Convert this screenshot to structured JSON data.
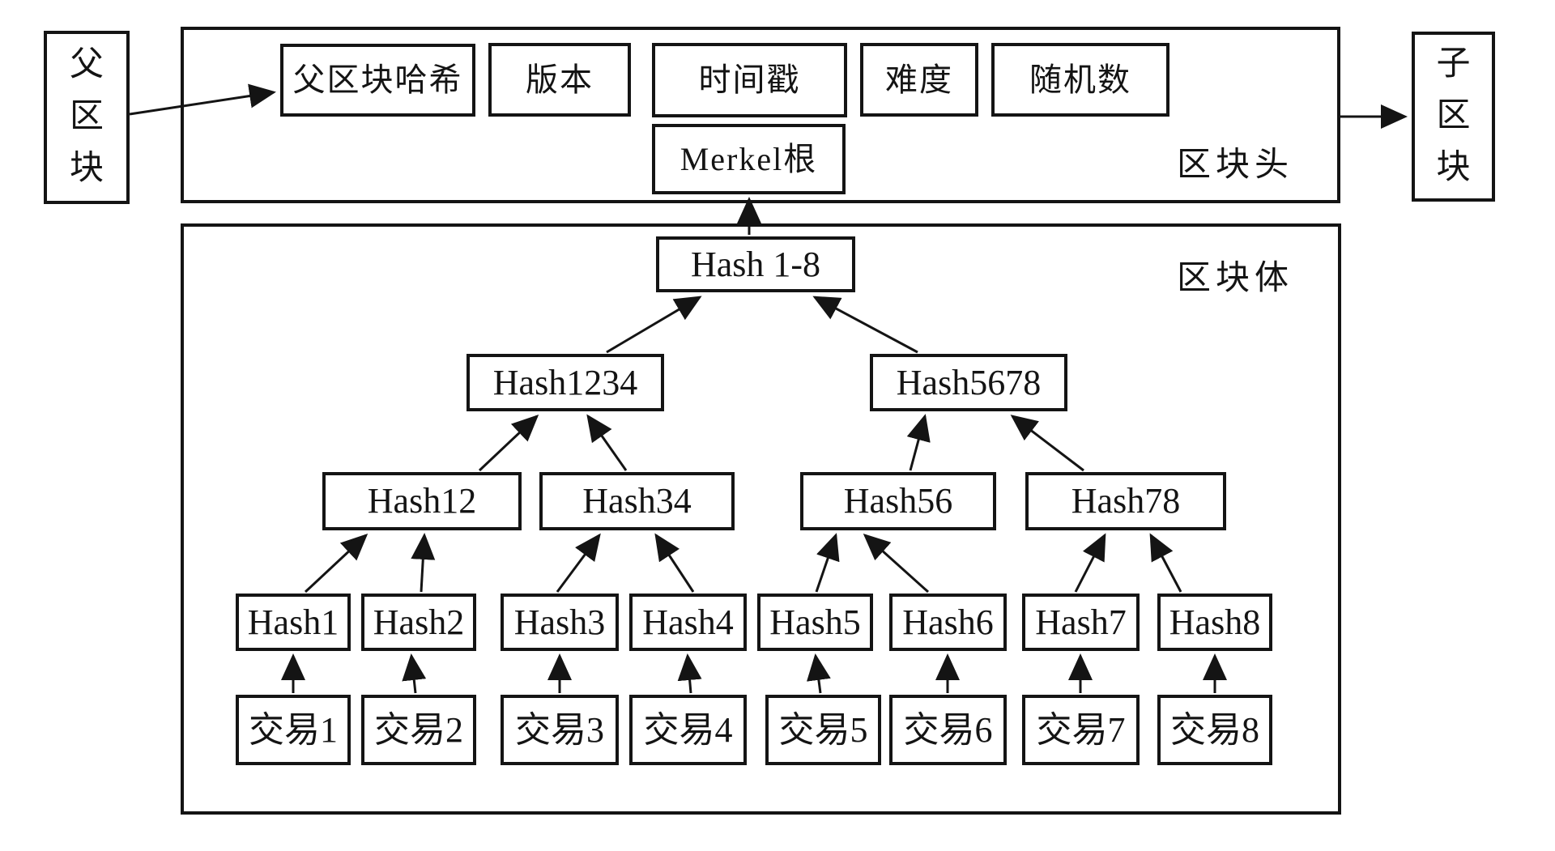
{
  "diagram": {
    "background": "#ffffff",
    "line_color": "#141414",
    "parent_block_label": "父区块",
    "child_block_label": "子区块",
    "header": {
      "section_label": "区块头",
      "parent_hash": "父区块哈希",
      "version": "版本",
      "timestamp": "时间戳",
      "difficulty": "难度",
      "nonce": "随机数",
      "merkle_root": "Merkel根"
    },
    "body": {
      "section_label": "区块体",
      "tree": {
        "root": "Hash 1-8",
        "level2": [
          "Hash1234",
          "Hash5678"
        ],
        "level3": [
          "Hash12",
          "Hash34",
          "Hash56",
          "Hash78"
        ],
        "leaf_hashes": [
          "Hash1",
          "Hash2",
          "Hash3",
          "Hash4",
          "Hash5",
          "Hash6",
          "Hash7",
          "Hash8"
        ],
        "transactions": [
          "交易1",
          "交易2",
          "交易3",
          "交易4",
          "交易5",
          "交易6",
          "交易7",
          "交易8"
        ]
      }
    }
  }
}
